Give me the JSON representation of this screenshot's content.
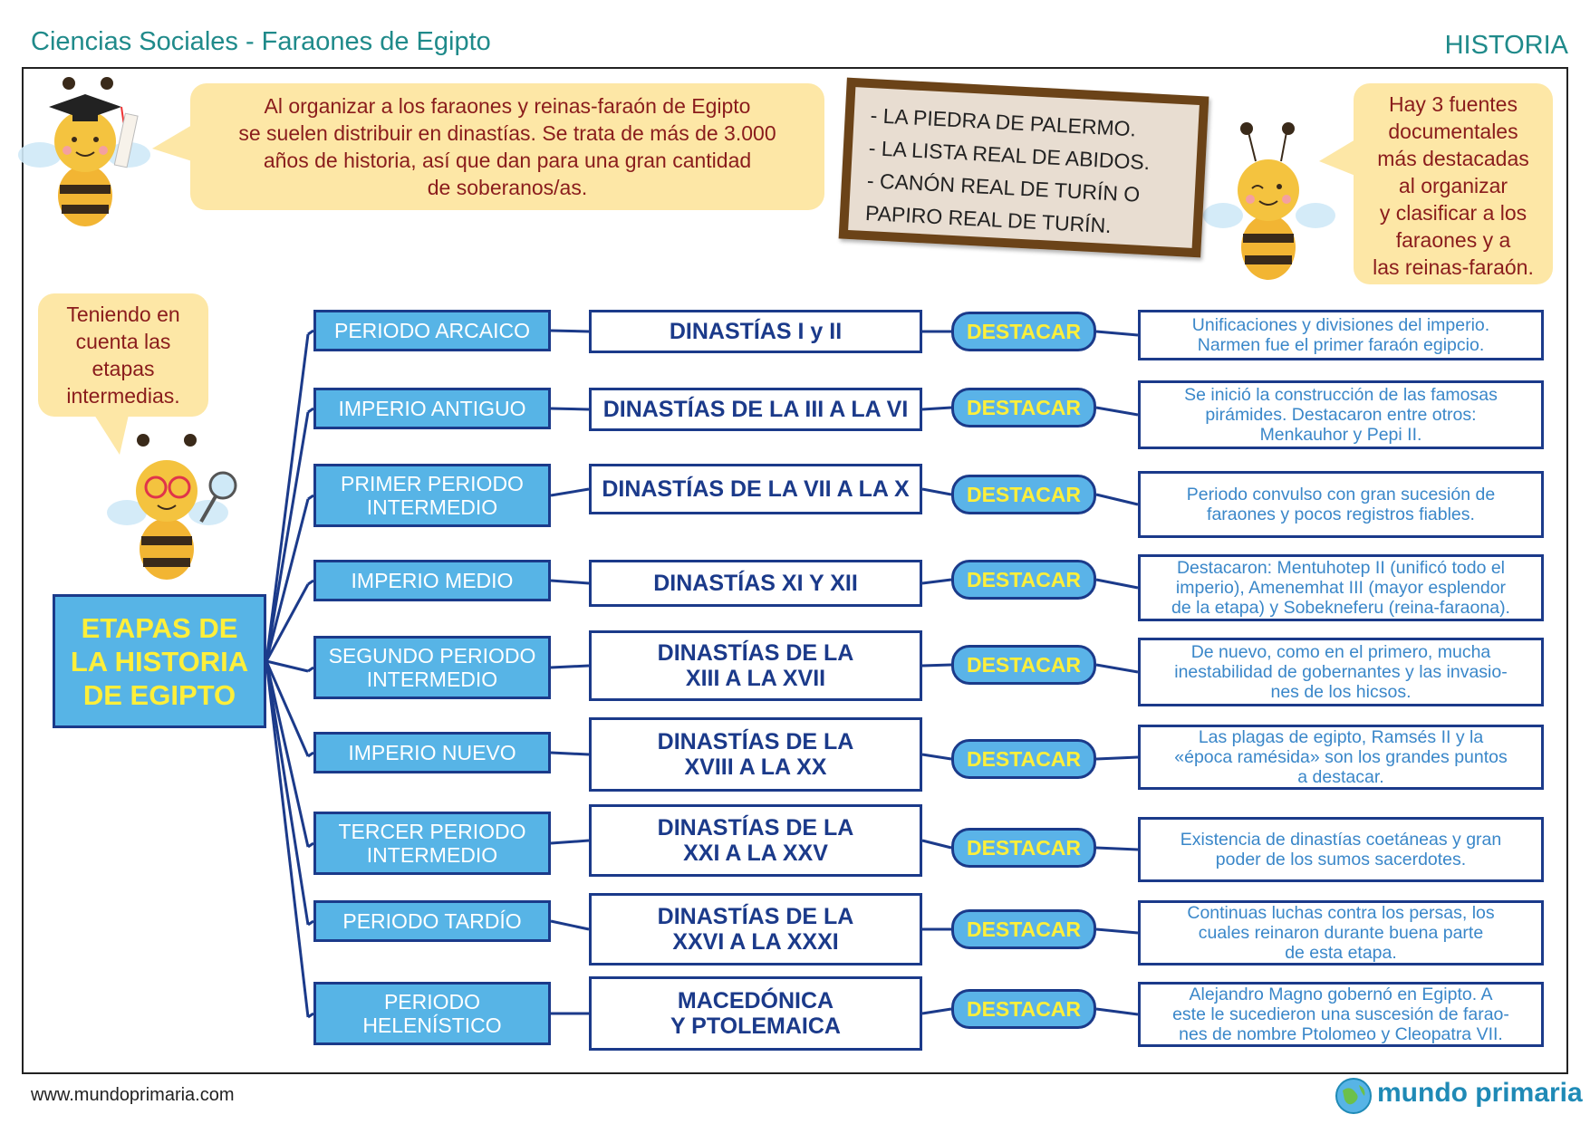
{
  "header": {
    "title": "Ciencias Sociales - Faraones de Egipto",
    "subject": "HISTORIA"
  },
  "bubbles": {
    "intro": [
      "Al organizar a los faraones y reinas-faraón de Egipto",
      "se suelen distribuir en dinastías. Se trata de más de 3.000",
      "años de historia, así que dan para una gran cantidad",
      "de soberanos/as."
    ],
    "sources": [
      "Hay 3 fuentes",
      "documentales",
      "más destacadas",
      "al organizar",
      "y clasificar a los",
      "faraones y a",
      "las reinas-faraón."
    ],
    "intermediate": [
      "Teniendo en",
      "cuenta las",
      "etapas",
      "intermedias."
    ]
  },
  "board": {
    "lines": [
      "- LA PIEDRA DE PALERMO.",
      "- LA LISTA REAL DE ABIDOS.",
      "- CANÓN REAL DE TURÍN O",
      "  PAPIRO REAL DE TURÍN."
    ]
  },
  "main": {
    "lines": [
      "ETAPAS DE",
      "LA HISTORIA",
      "DE EGIPTO"
    ]
  },
  "highlight_label": "DESTACAR",
  "periods": [
    {
      "name": [
        "PERIODO ARCAICO"
      ],
      "dynasty": [
        "DINASTÍAS I y II"
      ],
      "note": [
        "Unificaciones y divisiones del imperio.",
        "Narmen fue el primer faraón egipcio."
      ]
    },
    {
      "name": [
        "IMPERIO ANTIGUO"
      ],
      "dynasty": [
        "DINASTÍAS DE LA III A LA VI"
      ],
      "note": [
        "Se inició la construcción de las famosas",
        "pirámides. Destacaron entre otros:",
        "Menkauhor y Pepi II."
      ]
    },
    {
      "name": [
        "PRIMER PERIODO",
        "INTERMEDIO"
      ],
      "dynasty": [
        "DINASTÍAS DE LA VII A LA X"
      ],
      "note": [
        "Periodo convulso con gran sucesión de",
        "faraones y pocos registros fiables."
      ]
    },
    {
      "name": [
        "IMPERIO MEDIO"
      ],
      "dynasty": [
        "DINASTÍAS XI Y XII"
      ],
      "note": [
        "Destacaron: Mentuhotep II (unificó todo el",
        "imperio), Amenemhat III (mayor esplendor",
        "de la etapa) y Sobekneferu (reina-faraona)."
      ]
    },
    {
      "name": [
        "SEGUNDO PERIODO",
        "INTERMEDIO"
      ],
      "dynasty": [
        "DINASTÍAS DE LA",
        "XIII A LA XVII"
      ],
      "note": [
        "De nuevo, como en el primero, mucha",
        "inestabilidad de gobernantes y las invasio-",
        "nes de los hicsos."
      ]
    },
    {
      "name": [
        "IMPERIO NUEVO"
      ],
      "dynasty": [
        "DINASTÍAS DE LA",
        "XVIII A LA XX"
      ],
      "note": [
        "Las plagas de egipto, Ramsés II y la",
        "«época ramésida» son los grandes puntos",
        "a destacar."
      ]
    },
    {
      "name": [
        "TERCER PERIODO",
        "INTERMEDIO"
      ],
      "dynasty": [
        "DINASTÍAS DE LA",
        "XXI A LA XXV"
      ],
      "note": [
        "Existencia de dinastías coetáneas y gran",
        "poder de los sumos sacerdotes."
      ]
    },
    {
      "name": [
        "PERIODO TARDÍO"
      ],
      "dynasty": [
        "DINASTÍAS DE LA",
        "XXVI A LA XXXI"
      ],
      "note": [
        "Continuas luchas contra los persas, los",
        "cuales reinaron durante buena parte",
        "de esta etapa."
      ]
    },
    {
      "name": [
        "PERIODO",
        "HELENÍSTICO"
      ],
      "dynasty": [
        "MACEDÓNICA",
        "Y PTOLEMAICA"
      ],
      "note": [
        "Alejandro Magno gobernó en Egipto. A",
        "este le sucedieron una suscesión de farao-",
        "nes de nombre Ptolomeo y Cleopatra VII."
      ]
    }
  ],
  "footer": {
    "url": "www.mundoprimaria.com",
    "brand": "mundo primaria"
  },
  "colors": {
    "accent_blue": "#57b4e6",
    "border_navy": "#1b3a8a",
    "highlight_yellow": "#ffef3a",
    "bubble_bg": "#fde7a6",
    "title_teal": "#1f8a8a"
  }
}
